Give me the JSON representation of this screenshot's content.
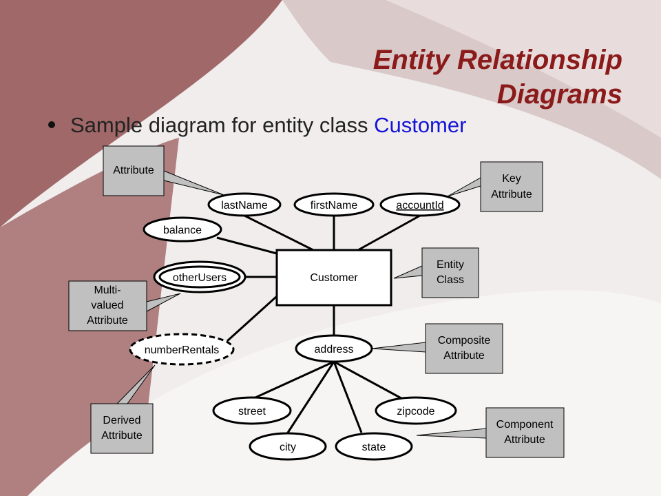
{
  "slide": {
    "title_line1": "Entity Relationship",
    "title_line2": "Diagrams",
    "bullet_text": "Sample diagram for entity class ",
    "bullet_accent": "Customer"
  },
  "colors": {
    "title": "#8b1a1a",
    "accent": "#1414d8",
    "background_maroon": "#a06868",
    "callout_fill": "#c0c0c0"
  },
  "diagram": {
    "entity": {
      "label": "Customer"
    },
    "attributes": {
      "lastName": "lastName",
      "firstName": "firstName",
      "accountId": "accountId",
      "balance": "balance",
      "otherUsers": "otherUsers",
      "numberRentals": "numberRentals",
      "address": "address",
      "street": "street",
      "city": "city",
      "state": "state",
      "zipcode": "zipcode"
    },
    "callouts": {
      "attribute": [
        "Attribute"
      ],
      "key": [
        "Key",
        "Attribute"
      ],
      "entity_class": [
        "Entity",
        "Class"
      ],
      "multivalued": [
        "Multi-",
        "valued",
        "Attribute"
      ],
      "composite": [
        "Composite",
        "Attribute"
      ],
      "derived": [
        "Derived",
        "Attribute"
      ],
      "component": [
        "Component",
        "Attribute"
      ]
    }
  }
}
